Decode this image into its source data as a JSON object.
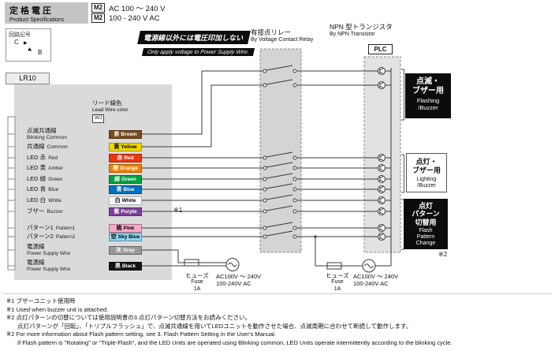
{
  "header": {
    "title_jp": "定格電圧",
    "title_en": "Product Specifications",
    "ratings": [
      {
        "model": "M2",
        "voltage": "AC 100 ～ 240 V"
      },
      {
        "model": "M2",
        "voltage": "100 - 240 V AC"
      }
    ]
  },
  "circuit_symbol_box": {
    "label": "回路記号",
    "node_c": "C",
    "node_b": "B",
    "arrow_icon": "▶"
  },
  "model_tab": {
    "label": "LR10"
  },
  "lead_wire": {
    "jp": "リード線色",
    "en": "Lead Wire color",
    "code": "WJ"
  },
  "warning": {
    "jp": "電源線以外には電圧印加しない",
    "en": "Only apply voltage to Power Supply Wire."
  },
  "relay_section": {
    "jp": "有接点リレー",
    "en": "By Voltage Contact Relay"
  },
  "npn_section": {
    "jp": "NPN 型トランジスタ",
    "en": "By NPN Transistor",
    "plc_label": "PLC"
  },
  "wires": [
    {
      "jp": "点滅共通線",
      "en": "Blinking Common",
      "color_jp": "茶",
      "color_en": "Brown",
      "chip_bg": "#7a4a1f",
      "chip_fg": "#ffffff",
      "note": ""
    },
    {
      "jp": "共通線",
      "en": "Common",
      "color_jp": "黄",
      "color_en": "Yellow",
      "chip_bg": "#f2d800",
      "chip_fg": "#000000",
      "note": ""
    },
    {
      "jp": "LED 赤",
      "en": "Red",
      "color_jp": "赤",
      "color_en": "Red",
      "chip_bg": "#e8380d",
      "chip_fg": "#ffffff",
      "note": ""
    },
    {
      "jp": "LED 黄",
      "en": "Amber",
      "color_jp": "橙",
      "color_en": "Orange",
      "chip_bg": "#ef8200",
      "chip_fg": "#ffffff",
      "note": ""
    },
    {
      "jp": "LED 緑",
      "en": "Green",
      "color_jp": "緑",
      "color_en": "Green",
      "chip_bg": "#00a040",
      "chip_fg": "#ffffff",
      "note": ""
    },
    {
      "jp": "LED 青",
      "en": "Blue",
      "color_jp": "青",
      "color_en": "Blue",
      "chip_bg": "#0071bc",
      "chip_fg": "#ffffff",
      "note": ""
    },
    {
      "jp": "LED 白",
      "en": "White",
      "color_jp": "白",
      "color_en": "White",
      "chip_bg": "#ffffff",
      "chip_fg": "#000000",
      "note": ""
    },
    {
      "jp": "ブザー",
      "en": "Buzzer",
      "color_jp": "紫",
      "color_en": "Purple",
      "chip_bg": "#7d3f98",
      "chip_fg": "#ffffff",
      "note": "※1"
    },
    {
      "jp": "パターン1",
      "en": "Pattern1",
      "color_jp": "桃",
      "color_en": "Pink",
      "chip_bg": "#f7a8c8",
      "chip_fg": "#000000",
      "note": ""
    },
    {
      "jp": "パターン2",
      "en": "Pattern2",
      "color_jp": "空",
      "color_en": "Sky Blue",
      "chip_bg": "#8ed3f0",
      "chip_fg": "#000000",
      "note": ""
    },
    {
      "jp": "電源線",
      "en": "Power Supply Wire",
      "color_jp": "灰",
      "color_en": "Gray",
      "chip_bg": "#999999",
      "chip_fg": "#ffffff",
      "note": ""
    },
    {
      "jp": "電源線",
      "en": "Power Supply Wire",
      "color_jp": "黒",
      "color_en": "Black",
      "chip_bg": "#141414",
      "chip_fg": "#ffffff",
      "note": ""
    }
  ],
  "right_labels": [
    {
      "jp": "点滅・\nブザー用",
      "en": "Flashing\n/Buzzer"
    },
    {
      "jp": "点灯・\nブザー用",
      "en": "Lighting\n/Buzzer"
    },
    {
      "jp": "点灯\nパターン\n切替用",
      "en": "Flash\nPattern\nChange",
      "note": "※2"
    }
  ],
  "power_circuits": [
    {
      "fuse_jp": "ヒューズ",
      "fuse_en": "Fuse",
      "rating": "1A",
      "voltage_line1": "AC100V ～ 240V",
      "voltage_line2": "100-240V AC"
    },
    {
      "fuse_jp": "ヒューズ",
      "fuse_en": "Fuse",
      "rating": "1A",
      "voltage_line1": "AC100V ～ 240V",
      "voltage_line2": "100-240V AC"
    }
  ],
  "footnotes": [
    "※1 ブザーユニット使用時",
    "※1 Used when buzzer unit is attached.",
    "※2 点灯パターンの切替については使用説明書の3.点灯パターン切替方法をお読みください。",
    "点灯パターンが「回転」、「トリプルフラッシュ」で、点滅共通線を用いてLEDユニットを動作させた場合、点滅周期に合わせて断続して動作します。",
    "※2 For more information about Flash pattern setting, see 3. Flash Pattern Setting in the User's Manual.",
    "If Flash pattern is \"Rotating\" or \"Triple-Flash\", and the LED Units are operated using Blinking common, LED Units operate intermittently according to the blinking cycle."
  ]
}
